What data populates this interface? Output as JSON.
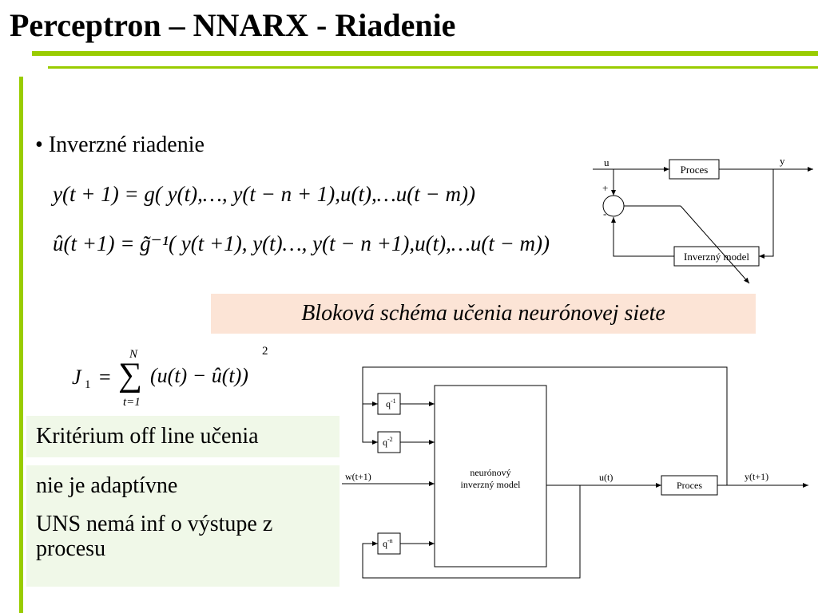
{
  "slide": {
    "title": "Perceptron – NNARX - Riadenie"
  },
  "bullet": {
    "marker": "•",
    "text": "Inverzné riadenie"
  },
  "equations": {
    "eq1": "y(t + 1) = g( y(t),…, y(t − n + 1),u(t),…u(t − m))",
    "eq2": "û(t +1) = g̃⁻¹( y(t +1), y(t)…, y(t − n +1),u(t),…u(t − m))",
    "criterion": {
      "lhs": "J",
      "lhs_sub": "1",
      "sum_upper": "N",
      "sum_lower": "t=1",
      "body": "(u(t) − û(t))",
      "power": "2"
    }
  },
  "caption": "Bloková schéma učenia neurónovej siete",
  "notes": [
    "Kritérium off line učenia",
    "nie je adaptívne",
    "UNS nemá inf o výstupe z procesu"
  ],
  "diagram_top": {
    "input_label": "u",
    "output_label": "y",
    "process_label": "Proces",
    "model_label": "Inverzný model",
    "plus_sign": "+",
    "minus_sign": "-"
  },
  "diagram_bottom": {
    "delay_1": "q",
    "delay_1_exp": "-1",
    "delay_2": "q",
    "delay_2_exp": "-2",
    "delay_n": "q",
    "delay_n_exp": "-n",
    "input_label": "w(t+1)",
    "model_line1": "neurónový",
    "model_line2": "inverzný model",
    "control_label": "u(t)",
    "process_label": "Proces",
    "output_label": "y(t+1)"
  },
  "colors": {
    "accent_green": "#99cc00",
    "caption_bg": "#fce4d6",
    "notes_bg": "#f0f8e8"
  }
}
